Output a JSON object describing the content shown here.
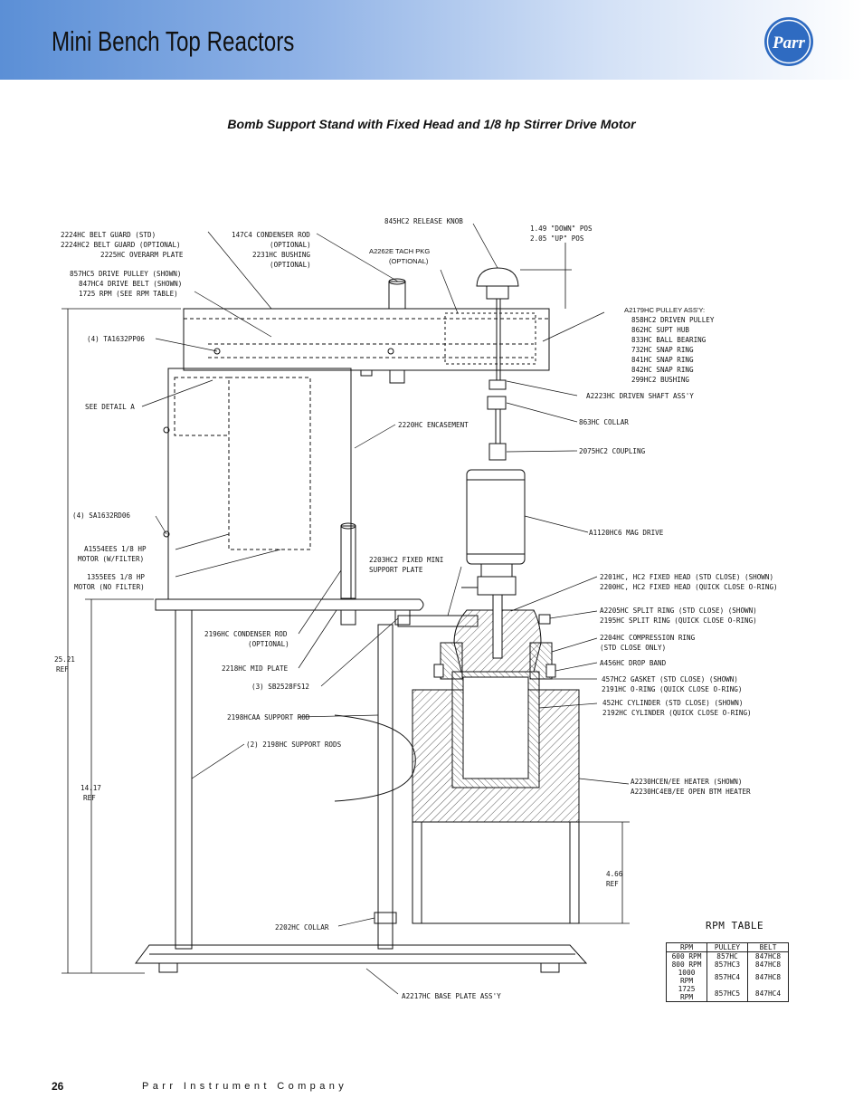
{
  "header": {
    "title": "Mini Bench Top Reactors",
    "logo_text": "Parr"
  },
  "subtitle": "Bomb Support Stand with Fixed Head and 1/8 hp Stirrer Drive Motor",
  "callouts": {
    "belt_guard": [
      "2224HC BELT GUARD (STD)",
      "2224HC2 BELT GUARD (OPTIONAL)",
      "2225HC OVERARM PLATE"
    ],
    "drive_pulley": [
      "857HC5 DRIVE PULLEY (SHOWN)",
      "847HC4 DRIVE BELT (SHOWN)",
      "1725 RPM   (SEE RPM TABLE)"
    ],
    "condenser_rod_top": [
      "147C4 CONDENSER ROD",
      "(OPTIONAL)",
      "2231HC BUSHING",
      "(OPTIONAL)"
    ],
    "release_knob": "845HC2 RELEASE KNOB",
    "tach_pkg": [
      "A2262E TACH PKG",
      "(OPTIONAL)"
    ],
    "down_up_pos": [
      "1.49 \"DOWN\" POS",
      "2.05 \"UP\" POS"
    ],
    "pulley_assy": [
      "A2179HC PULLEY ASS'Y:",
      "858HC2 DRIVEN PULLEY",
      "862HC SUPT HUB",
      "833HC BALL BEARING",
      "732HC SNAP RING",
      "841HC SNAP RING",
      "842HC SNAP RING",
      "299HC2 BUSHING"
    ],
    "ta_screws": "(4) TA1632PP06",
    "see_detail": "SEE DETAIL A",
    "encasement": "2220HC ENCASEMENT",
    "driven_shaft": "A2223HC DRIVEN SHAFT ASS'Y",
    "collar_863": "863HC COLLAR",
    "coupling": "2075HC2 COUPLING",
    "sa_screws": "(4) SA1632RD06",
    "motor_filter": [
      "A1554EES 1/8 HP",
      "MOTOR (W/FILTER)"
    ],
    "motor_nofilter": [
      "1355EES 1/8 HP",
      "MOTOR (NO FILTER)"
    ],
    "mag_drive": "A1120HC6 MAG DRIVE",
    "support_plate": [
      "2203HC2 FIXED MINI",
      "SUPPORT PLATE"
    ],
    "fixed_head": [
      "2201HC, HC2 FIXED HEAD (STD CLOSE) (SHOWN)",
      "2200HC, HC2 FIXED HEAD (QUICK CLOSE O-RING)"
    ],
    "split_ring": [
      "A2205HC SPLIT RING (STD CLOSE) (SHOWN)",
      "2195HC SPLIT RING (QUICK CLOSE O-RING)"
    ],
    "compression_ring": [
      "2204HC COMPRESSION RING",
      "(STD CLOSE ONLY)"
    ],
    "drop_band": "A456HC DROP BAND",
    "gasket": [
      "457HC2 GASKET (STD CLOSE) (SHOWN)",
      "2191HC O-RING (QUICK CLOSE O-RING)"
    ],
    "cylinder": [
      "452HC CYLINDER (STD CLOSE) (SHOWN)",
      "2192HC CYLINDER (QUICK CLOSE O-RING)"
    ],
    "condenser_rod_mid": [
      "2196HC CONDENSER ROD",
      "(OPTIONAL)"
    ],
    "mid_plate": "2218HC MID PLATE",
    "sb_screws": "(3) SB2528FS12",
    "support_rod": "2198HCAA SUPPORT ROD",
    "support_rods": "(2) 2198HC SUPPORT RODS",
    "heater": [
      "A2230HCEN/EE HEATER (SHOWN)",
      "A2230HC4EB/EE OPEN BTM HEATER"
    ],
    "dim_25": [
      "25.21",
      "REF"
    ],
    "dim_14": [
      "14.17",
      "REF"
    ],
    "dim_4": [
      "4.66",
      "REF"
    ],
    "collar_2202": "2202HC COLLAR",
    "base_plate": "A2217HC BASE PLATE ASS'Y"
  },
  "rpm_table": {
    "title": "RPM TABLE",
    "headers": [
      "RPM",
      "PULLEY",
      "BELT"
    ],
    "rows": [
      [
        "600 RPM",
        "857HC",
        "847HC8"
      ],
      [
        "800 RPM",
        "857HC3",
        "847HC8"
      ],
      [
        "1000 RPM",
        "857HC4",
        "847HC8"
      ],
      [
        "1725 RPM",
        "857HC5",
        "847HC4"
      ]
    ]
  },
  "footer": {
    "page_number": "26",
    "company": "Parr Instrument Company"
  }
}
